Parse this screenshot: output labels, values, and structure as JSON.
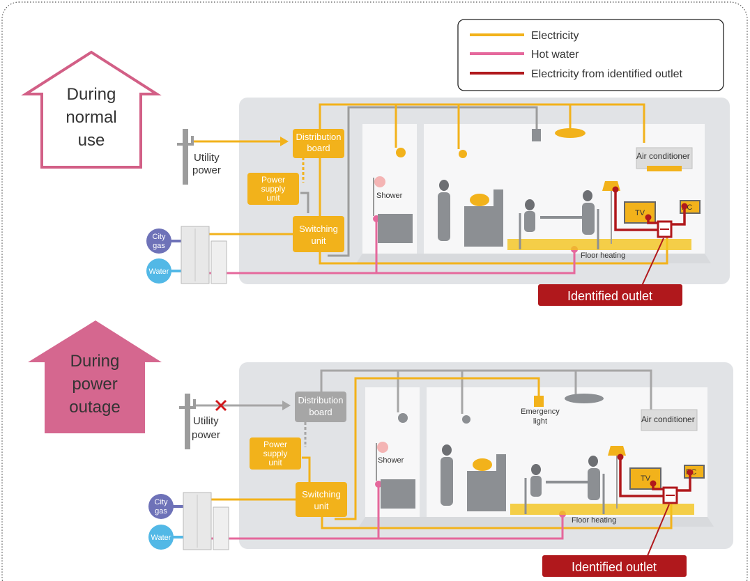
{
  "legend": {
    "electricity": "Electricity",
    "hot_water": "Hot water",
    "outlet_electricity": "Electricity from identified outlet"
  },
  "colors": {
    "electricity": "#f2b21b",
    "hot_water": "#e5689c",
    "outlet_electricity": "#b0181c",
    "inactive": "#a6a6a6",
    "normal_house_outline": "#d25f86",
    "outage_house_fill": "#d5678f",
    "gas": "#6e72b8",
    "water": "#52b8e6"
  },
  "normal": {
    "house_title_l1": "During",
    "house_title_l2": "normal",
    "house_title_l3": "use",
    "utility_l1": "Utility",
    "utility_l2": "power",
    "distribution_l1": "Distribution",
    "distribution_l2": "board",
    "power_supply_l1": "Power",
    "power_supply_l2": "supply",
    "power_supply_l3": "unit",
    "switching_l1": "Switching",
    "switching_l2": "unit",
    "city_l1": "City",
    "city_l2": "gas",
    "water": "Water",
    "shower": "Shower",
    "air_conditioner": "Air conditioner",
    "tv": "TV",
    "pc": "PC",
    "floor_heating": "Floor heating",
    "identified_outlet": "Identified outlet"
  },
  "outage": {
    "house_title_l1": "During",
    "house_title_l2": "power",
    "house_title_l3": "outage",
    "utility_l1": "Utility",
    "utility_l2": "power",
    "distribution_l1": "Distribution",
    "distribution_l2": "board",
    "power_supply_l1": "Power",
    "power_supply_l2": "supply",
    "power_supply_l3": "unit",
    "switching_l1": "Switching",
    "switching_l2": "unit",
    "city_l1": "City",
    "city_l2": "gas",
    "water": "Water",
    "shower": "Shower",
    "emergency_l1": "Emergency",
    "emergency_l2": "light",
    "air_conditioner": "Air conditioner",
    "tv": "TV",
    "pc": "PC",
    "floor_heating": "Floor heating",
    "identified_outlet": "Identified outlet"
  }
}
